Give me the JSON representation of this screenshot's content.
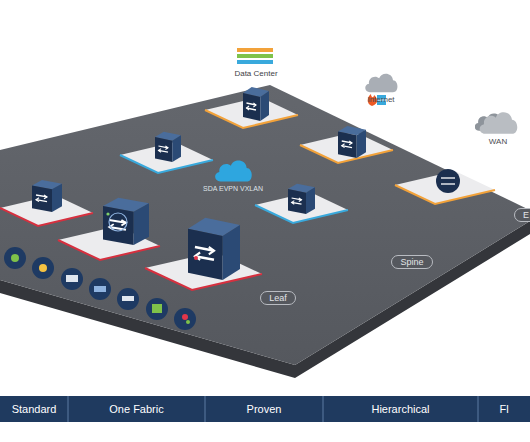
{
  "diagram": {
    "nodes": [
      {
        "text": [
          "Internet"
        ]
      },
      {
        "text": [
          "WAN"
        ]
      },
      {
        "text": [
          "SDA EVPN VXLAN"
        ]
      },
      {
        "text": [
          "E"
        ]
      },
      {
        "text": [
          "Spine"
        ]
      },
      {
        "text": [
          "Leaf"
        ]
      },
      {
        "text": [
          "Standard"
        ]
      },
      {
        "text": [
          "One Fabric"
        ]
      },
      {
        "text": [
          "Proven"
        ]
      },
      {
        "text": [
          "Hierarchical"
        ]
      },
      {
        "text": [
          "Fl"
        ]
      }
    ],
    "labels": [
      "Data Center"
    ]
  }
}
